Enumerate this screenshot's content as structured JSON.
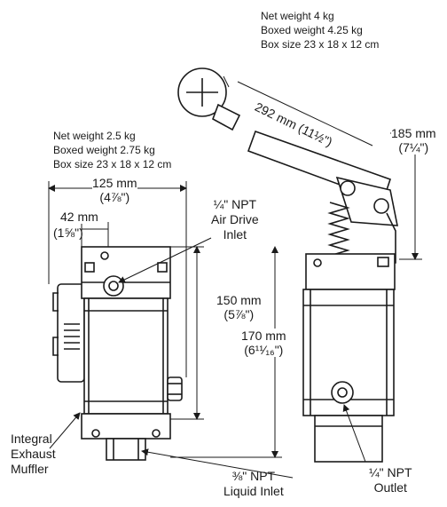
{
  "specs": {
    "handle_pump": [
      "Net weight 4 kg",
      "Boxed weight 4.25 kg",
      "Box size 23 x 18 x 12 cm"
    ],
    "air_pump": [
      "Net weight 2.5 kg",
      "Boxed weight 2.75 kg",
      "Box size 23 x 18 x 12 cm"
    ]
  },
  "dimensions": {
    "handle_length_mm": "292 mm",
    "handle_length_in": "(11½\")",
    "height_top_mm": "185 mm",
    "height_top_in": "(7¼\")",
    "width_mm": "125 mm",
    "width_in": "(4⅞\")",
    "offset_mm": "42 mm",
    "offset_in": "(1⅝\")",
    "body_height_mm": "150 mm",
    "body_height_in": "(5⅞\")",
    "total_height_mm": "170 mm",
    "total_height_in": "(6¹¹⁄₁₆\")"
  },
  "callouts": {
    "air_inlet": [
      "¼\" NPT",
      "Air Drive",
      "Inlet"
    ],
    "muffler": [
      "Integral",
      "Exhaust",
      "Muffler"
    ],
    "liquid_inlet": [
      "⅜\" NPT",
      "Liquid Inlet"
    ],
    "outlet": [
      "¼\" NPT",
      "Outlet"
    ]
  }
}
